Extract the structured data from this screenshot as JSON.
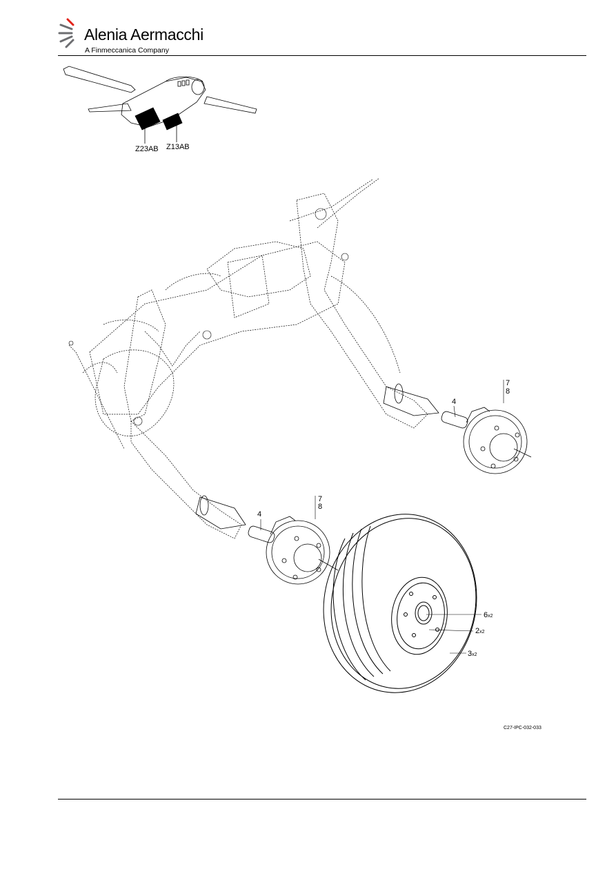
{
  "header": {
    "brand_name": "Alenia Aermacchi",
    "brand_tagline": "A Finmeccanica Company",
    "brand_color": "#e2231a"
  },
  "figure": {
    "zones": [
      "Z23AB",
      "Z13AB"
    ],
    "callouts": {
      "piston_left": "4",
      "piston_right": "4",
      "brake_right_a": "7",
      "brake_right_b": "8",
      "brake_left_a": "7",
      "brake_left_b": "8",
      "item6": "6",
      "item2": "2",
      "item3": "3",
      "qty": "x2"
    },
    "reference": "C27-IPC-032-033"
  }
}
